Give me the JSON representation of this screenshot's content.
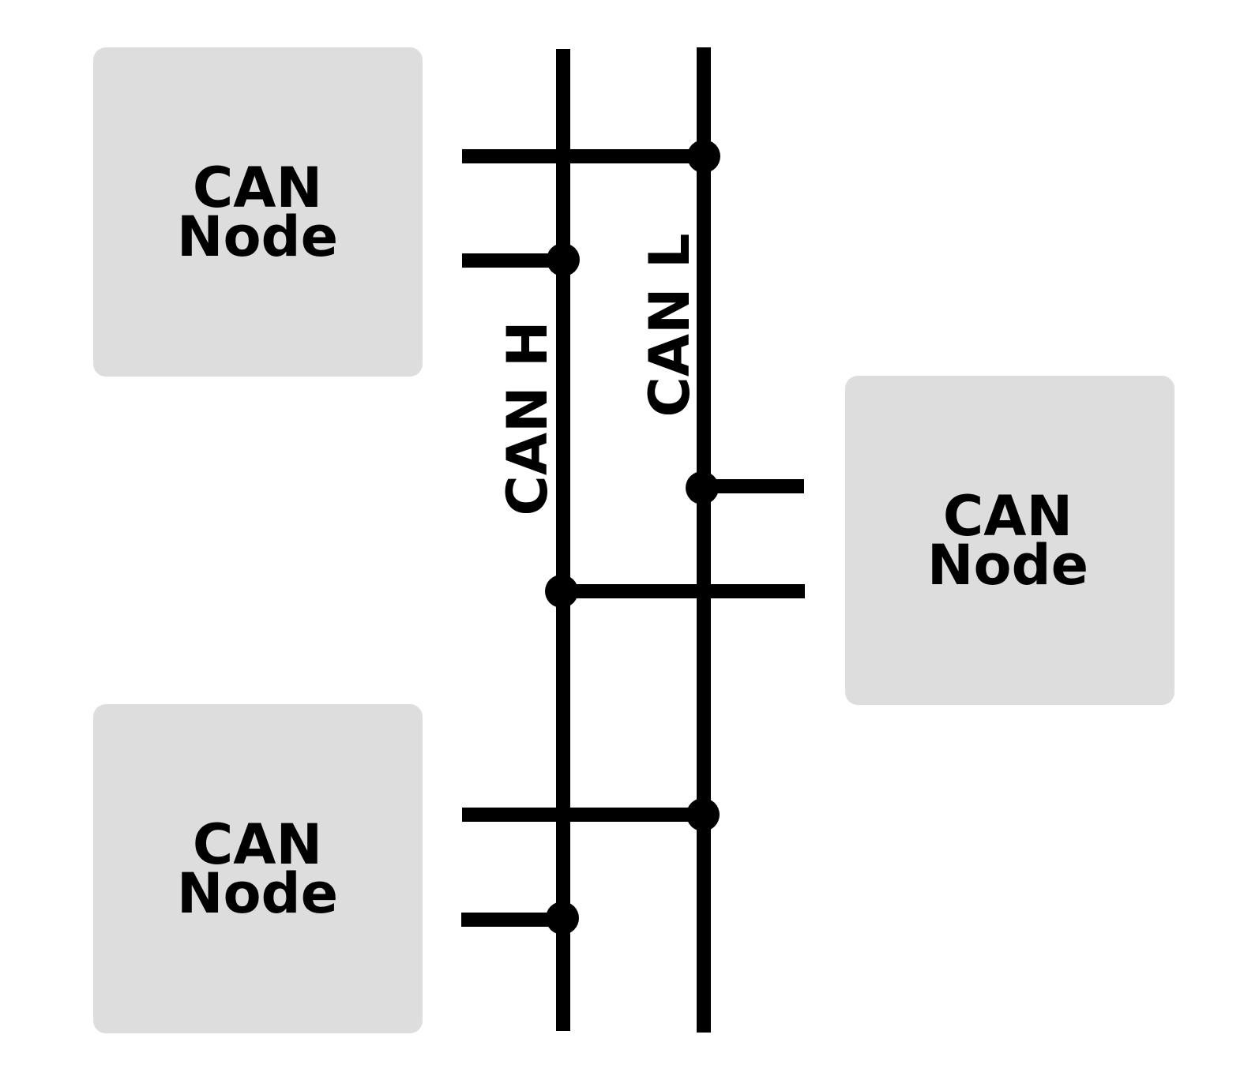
{
  "nodes": [
    {
      "line1": "CAN",
      "line2": "Node"
    },
    {
      "line1": "CAN",
      "line2": "Node"
    },
    {
      "line1": "CAN",
      "line2": "Node"
    }
  ],
  "bus": {
    "high_label": "CAN H",
    "low_label": "CAN L"
  },
  "colors": {
    "node_fill": "#dddddd",
    "wire": "#000000",
    "background": "#ffffff"
  }
}
